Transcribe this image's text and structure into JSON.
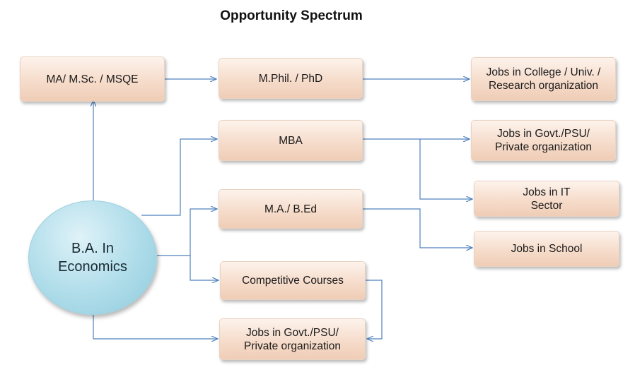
{
  "title": "Opportunity Spectrum",
  "center": {
    "line1": "B.A. In",
    "line2": "Economics"
  },
  "nodes": {
    "ma_msc": "MA/ M.Sc. / MSQE",
    "mphil": "M.Phil. / PhD",
    "jobs_college": [
      "Jobs in College / Univ. /",
      "Research organization"
    ],
    "mba": "MBA",
    "jobs_govt_private": [
      "Jobs in Govt./PSU/",
      "Private organization"
    ],
    "jobs_it": [
      "Jobs in IT",
      "Sector"
    ],
    "ma_bed": "M.A./ B.Ed",
    "jobs_school": "Jobs in School",
    "competitive": "Competitive Courses",
    "jobs_govt_bottom": [
      "Jobs in Govt./PSU/",
      "Private organization"
    ]
  },
  "colors": {
    "box_fill": "#f6dccb",
    "circle_fill": "#b6e0ec",
    "connector": "#4f81bd"
  }
}
